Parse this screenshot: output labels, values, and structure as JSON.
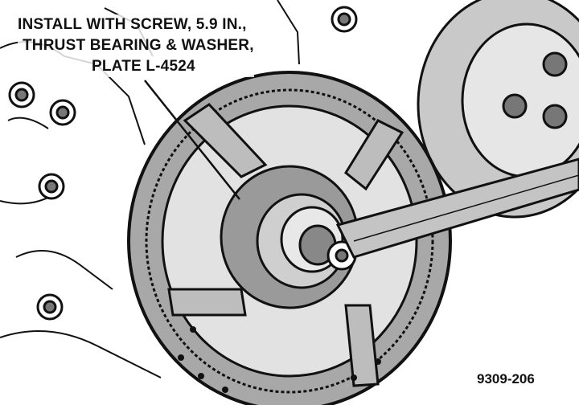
{
  "callout": {
    "line1": "INSTALL WITH SCREW, 5.9 IN.,",
    "line2": "THRUST BEARING & WASHER,",
    "line3": "PLATE L-4524"
  },
  "figure_id": "9309-206"
}
